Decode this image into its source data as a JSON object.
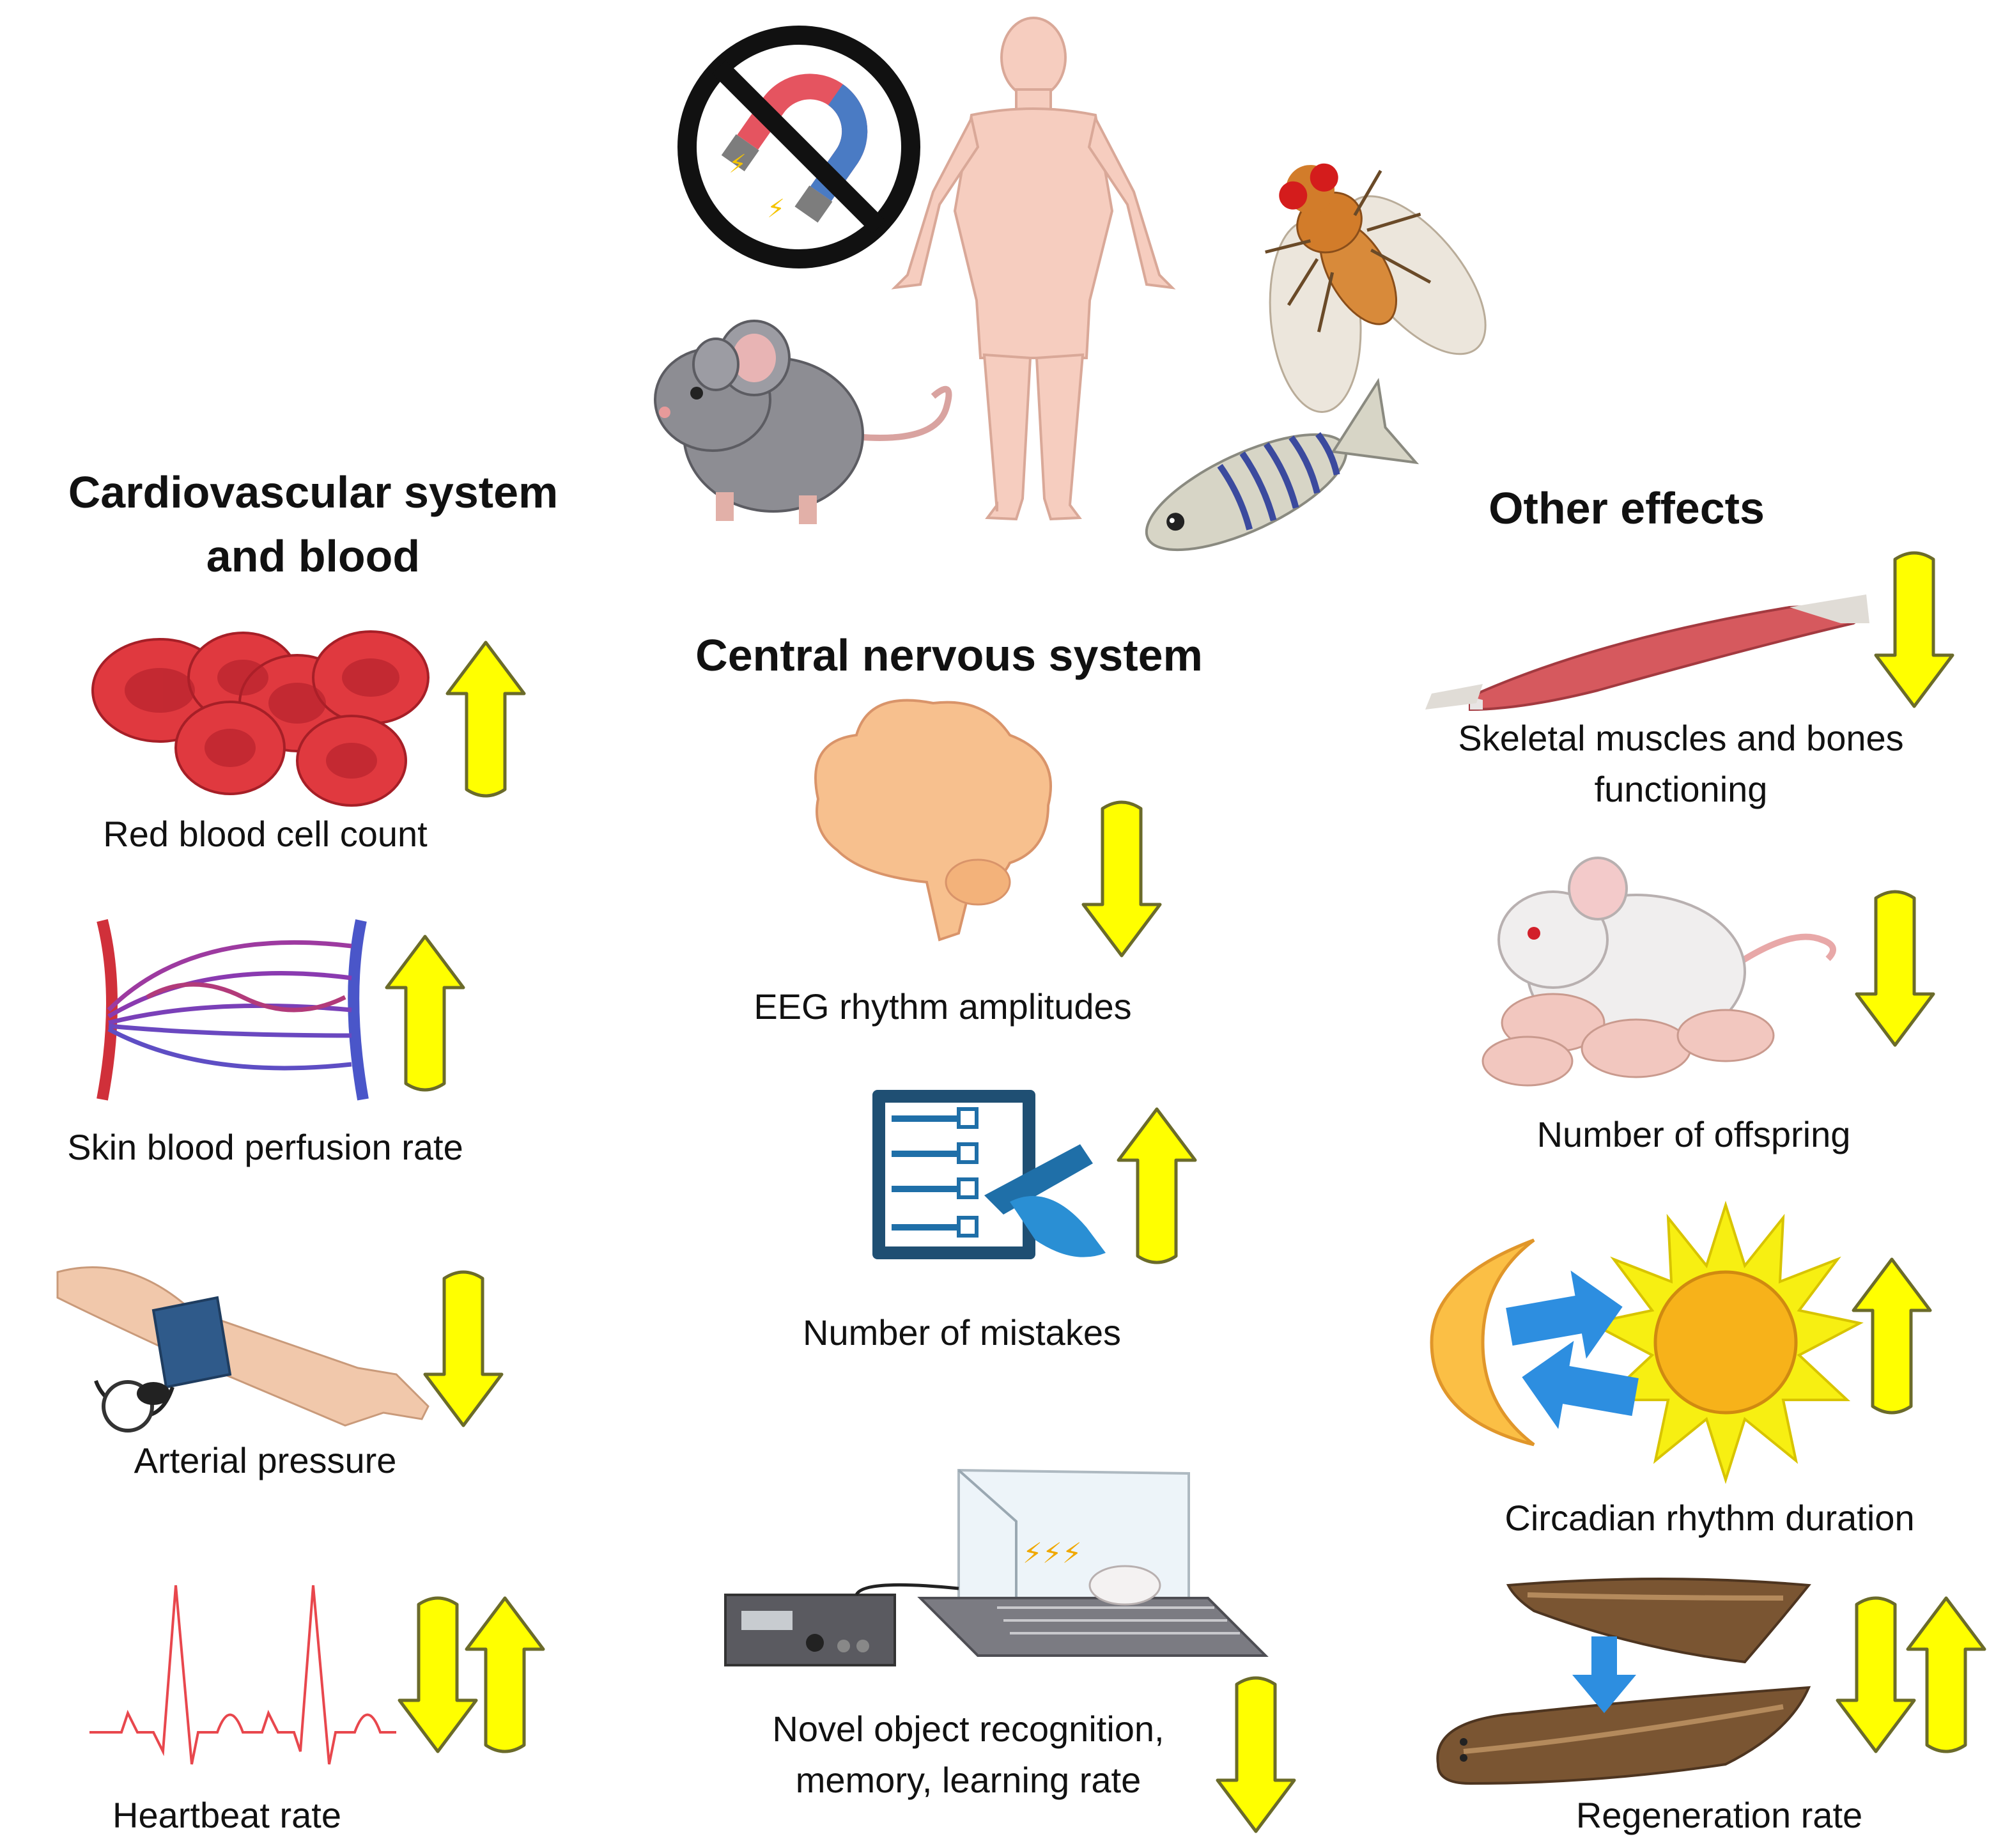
{
  "sections": {
    "cardio": {
      "title_line1": "Cardiovascular system",
      "title_line2": "and blood",
      "items": [
        {
          "label": "Red blood cell count",
          "arrows": [
            "up"
          ]
        },
        {
          "label": "Skin blood perfusion rate",
          "arrows": [
            "up"
          ]
        },
        {
          "label": "Arterial pressure",
          "arrows": [
            "down"
          ]
        },
        {
          "label": "Heartbeat rate",
          "arrows": [
            "down",
            "up"
          ]
        }
      ]
    },
    "cns": {
      "title": "Central nervous system",
      "items": [
        {
          "label": "EEG rhythm amplitudes",
          "arrows": [
            "down"
          ]
        },
        {
          "label": "Number of mistakes",
          "arrows": [
            "up"
          ]
        },
        {
          "label_line1": "Novel object recognition,",
          "label_line2": "memory, learning rate",
          "arrows": [
            "down"
          ]
        }
      ]
    },
    "other": {
      "title": "Other effects",
      "items": [
        {
          "label_line1": "Skeletal muscles and bones",
          "label_line2": "functioning",
          "arrows": [
            "down"
          ]
        },
        {
          "label": "Number of offspring",
          "arrows": [
            "down"
          ]
        },
        {
          "label": "Circadian rhythm duration",
          "arrows": [
            "up"
          ]
        },
        {
          "label": "Regeneration rate",
          "arrows": [
            "down",
            "up"
          ]
        }
      ]
    }
  },
  "colors": {
    "arrow_fill": "#ffff00",
    "arrow_stroke": "#6b6b2a",
    "blood_red": "#d82d3a",
    "vein_blue": "#4a56c9",
    "skin": "#f4c6b2",
    "cuff_blue": "#2f5a8a",
    "sun_yellow": "#f7ef12",
    "sun_core": "#f7b21a",
    "moon": "#fbbf45",
    "swap_arrow": "#2d8ee0",
    "worm_brown": "#7a5532",
    "brain": "#f7c08e",
    "muscle": "#d6595e",
    "mouse_grey": "#8d8d93",
    "mouse_white": "#f0eeee",
    "fish_blue": "#3b4a9e"
  },
  "icons": [
    "no-magnet-icon",
    "human-body-icon",
    "fruit-fly-icon",
    "mouse-icon",
    "zebrafish-icon",
    "red-blood-cells-icon",
    "capillary-network-icon",
    "blood-pressure-cuff-icon",
    "ecg-trace-icon",
    "brain-icon",
    "checklist-icon",
    "shock-chamber-icon",
    "muscle-icon",
    "mouse-with-pups-icon",
    "sun-moon-cycle-icon",
    "planarian-icon"
  ]
}
